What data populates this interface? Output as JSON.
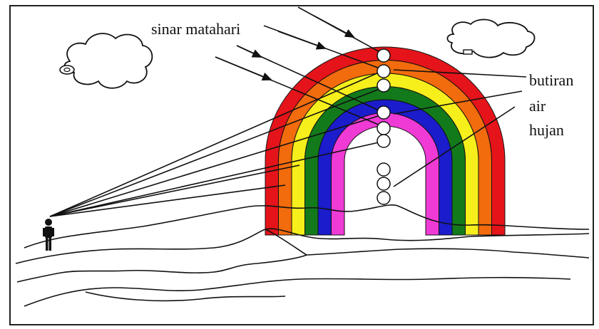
{
  "labels": {
    "sunlight": "sinar matahari",
    "droplet_line1": "butiran",
    "droplet_line2": "air",
    "droplet_line3": "hujan"
  },
  "colors": {
    "red": "#e5141a",
    "orange": "#f26b0c",
    "yellow": "#f6ef1c",
    "green": "#137a1c",
    "blue": "#1b1ccc",
    "magenta": "#ef3ad6",
    "outline": "#111111",
    "background": "#ffffff"
  },
  "icons": {
    "observer": "person-silhouette",
    "clouds": "cloud-outline",
    "droplets": "circle-outline"
  }
}
